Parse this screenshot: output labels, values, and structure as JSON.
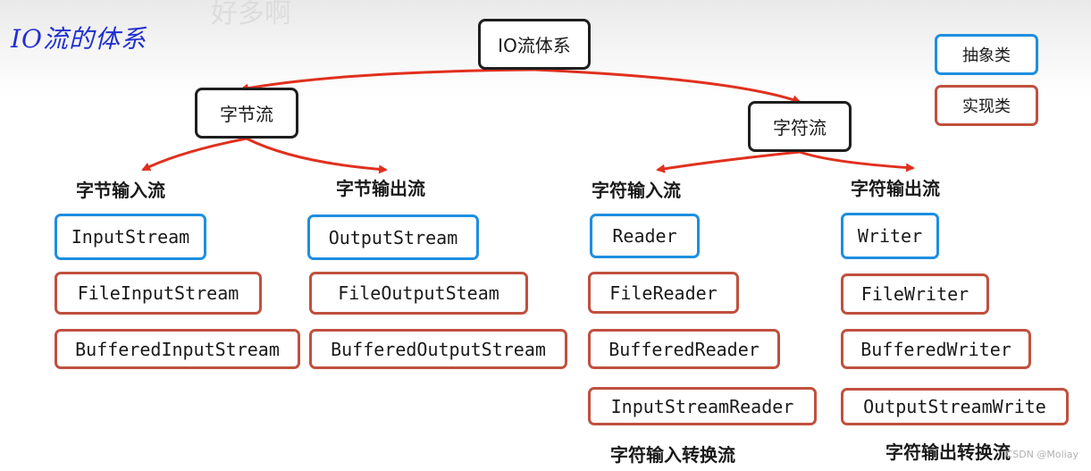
{
  "title": "IO流的体系",
  "watermark": "好多啊",
  "root": "IO流体系",
  "byte_stream": "字节流",
  "char_stream": "字符流",
  "legend": {
    "abstract": "抽象类",
    "impl": "实现类"
  },
  "byte_input": {
    "label": "字节输入流",
    "abstract": "InputStream",
    "impls": [
      "FileInputStream",
      "BufferedInputStream"
    ]
  },
  "byte_output": {
    "label": "字节输出流",
    "abstract": "OutputStream",
    "impls": [
      "FileOutputSteam",
      "BufferedOutputStream"
    ]
  },
  "char_input": {
    "label": "字符输入流",
    "abstract": "Reader",
    "impls": [
      "FileReader",
      "BufferedReader",
      "InputStreamReader"
    ],
    "convert_label": "字符输入转换流"
  },
  "char_output": {
    "label": "字符输出流",
    "abstract": "Writer",
    "impls": [
      "FileWriter",
      "BufferedWriter",
      "OutputStreamWrite"
    ],
    "convert_label": "字符输出转换流"
  },
  "credit": "CSDN @Moliay",
  "colors": {
    "arrow": "#e0301e",
    "abstract_border": "#1e8ee0",
    "impl_border": "#c0503e"
  }
}
